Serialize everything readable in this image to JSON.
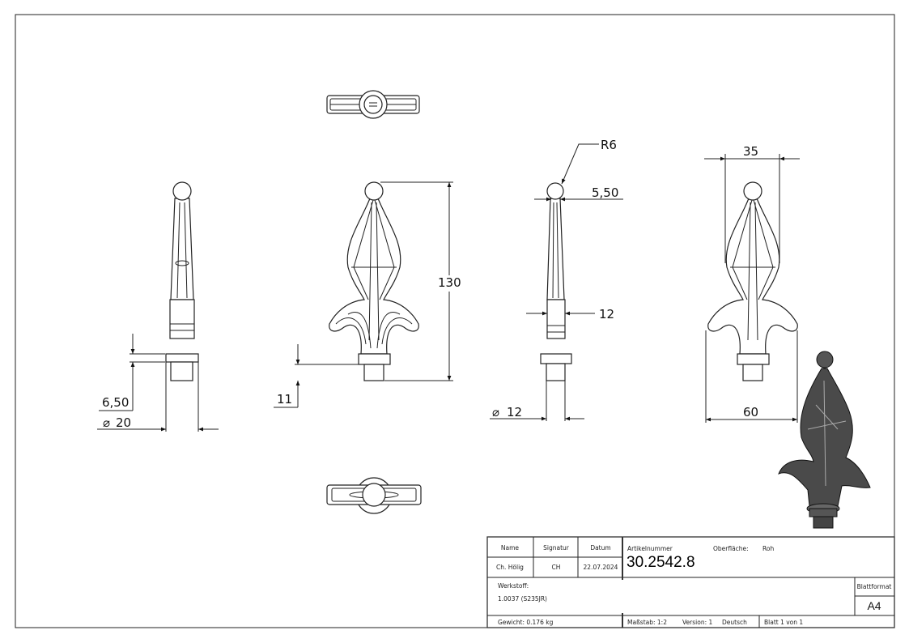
{
  "dimensions": {
    "side_flange_height": "6,50",
    "side_diameter": "20",
    "front_height": "130",
    "front_spigot": "11",
    "radius": "R6",
    "ball_width": "5,50",
    "collar_width": "12",
    "spigot_diameter": "12",
    "top_width": "35",
    "leaf_width": "60"
  },
  "title_block": {
    "name_label": "Name",
    "signature_label": "Signatur",
    "date_label": "Datum",
    "name": "Ch. Hölig",
    "signature": "CH",
    "date": "22.07.2024",
    "article_label": "Artikelnummer",
    "surface_label": "Oberfläche:",
    "surface": "Roh",
    "article_number": "30.2542.8",
    "material_label": "Werkstoff:",
    "material": "1.0037 (S235JR)",
    "sheet_format_label": "Blattformat",
    "sheet_format": "A4",
    "weight": "Gewicht: 0.176 kg",
    "scale": "Maßstab: 1:2",
    "version": "Version: 1",
    "language": "Deutsch",
    "sheet": "Blatt 1 von 1"
  },
  "symbols": {
    "diameter": "⌀"
  }
}
